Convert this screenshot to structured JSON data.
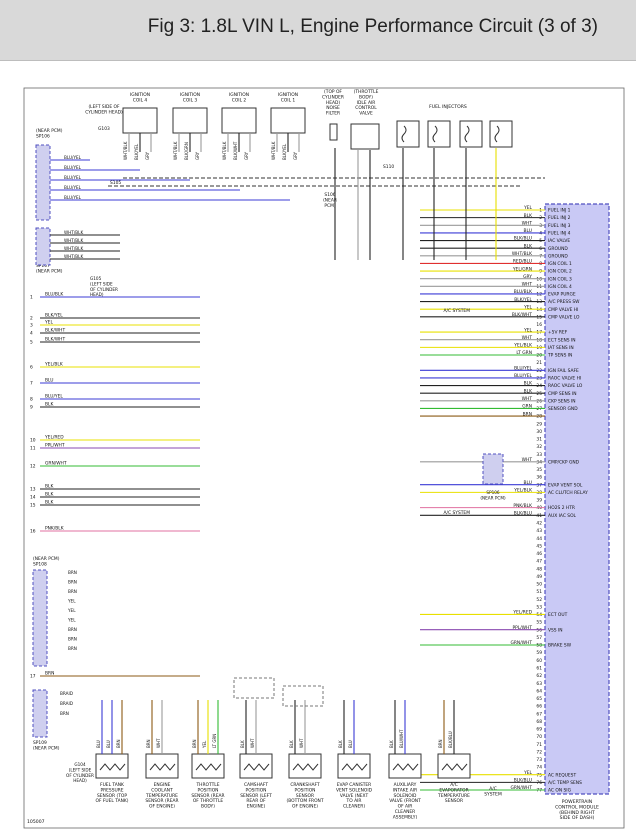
{
  "header": {
    "title": "Fig 3: 1.8L VIN L, Engine Performance Circuit (3 of 3)"
  },
  "figure_id": "105007",
  "top_components": {
    "coils": [
      {
        "label": "IGNITION COIL 4",
        "pins": [
          "WHT/BLK",
          "BLK/YEL",
          "GRY"
        ]
      },
      {
        "label": "IGNITION COIL 3",
        "pins": [
          "WHT/BLK",
          "BLK/GRN",
          "GRY"
        ]
      },
      {
        "label": "IGNITION COIL 2",
        "pins": [
          "WHT/BLK",
          "BLK/WHT",
          "GRY"
        ]
      },
      {
        "label": "IGNITION COIL 1",
        "pins": [
          "WHT/BLK",
          "BLK/YEL",
          "GRY"
        ]
      }
    ],
    "coil_location": "(LEFT SIDE OF CYLINDER HEAD)",
    "ground_g103": "G103",
    "noise_filter": "(TOP OF CYLINDER HEAD) NOISE FILTER",
    "idle_air": "(THROTTLE BODY) IDLE AIR CONTROL VALVE",
    "injectors": "FUEL INJECTORS",
    "splice_s105": "S105",
    "splice_s106": "S106 (NEAR PCM)",
    "splice_s110": "S110"
  },
  "left_connectors": {
    "sp106": "(NEAR PCM) SP106",
    "sp106_rows": [
      "BLU/YEL",
      "BLU/YEL",
      "BLU/YEL",
      "BLU/YEL",
      "BLU/YEL"
    ],
    "sp107": "SP107 (NEAR PCM)",
    "sp107_rows": [
      "WHT/BLK",
      "WHT/BLK",
      "WHT/BLK",
      "WHT/BLK"
    ],
    "g105": "G105 (LEFT SIDE OF CYLINDER HEAD)",
    "sp108": "(NEAR PCM) SP108",
    "sp108_rows": [
      "BRN",
      "BRN",
      "BRN",
      "YEL",
      "YEL",
      "YEL",
      "BRN",
      "BRN",
      "BRN"
    ],
    "sp109": "SP109 (NEAR PCM)",
    "sp109_rows": [
      "BRAID",
      "BRAID",
      "BRN"
    ],
    "g104": "G104 (LEFT SIDE OF CYLINDER HEAD)"
  },
  "left_wires": [
    {
      "n": "1",
      "label": "BLU/BLK"
    },
    {
      "n": "2",
      "label": "BLK/YEL"
    },
    {
      "n": "3",
      "label": "YEL"
    },
    {
      "n": "4",
      "label": "BLK/WHT"
    },
    {
      "n": "5",
      "label": "BLK/WHT"
    },
    {
      "n": "6",
      "label": "YEL/BLK"
    },
    {
      "n": "7",
      "label": "BLU"
    },
    {
      "n": "8",
      "label": "BLU/YEL"
    },
    {
      "n": "9",
      "label": "BLK"
    },
    {
      "n": "10",
      "label": "YEL/RED"
    },
    {
      "n": "11",
      "label": "PPL/WHT"
    },
    {
      "n": "12",
      "label": "GRN/WHT"
    },
    {
      "n": "13",
      "label": "BLK"
    },
    {
      "n": "14",
      "label": "BLK"
    },
    {
      "n": "15",
      "label": "BLK"
    },
    {
      "n": "16",
      "label": "PNK/BLK"
    },
    {
      "n": "17",
      "label": "BRN"
    }
  ],
  "pcm": {
    "title": "POWERTRAIN CONTROL MODULE (BEHIND RIGHT SIDE OF DASH)",
    "pins": [
      {
        "n": "1",
        "wire": "YEL",
        "fn": "FUEL INJ 1"
      },
      {
        "n": "2",
        "wire": "BLK",
        "fn": "FUEL INJ 2"
      },
      {
        "n": "3",
        "wire": "WHT",
        "fn": "FUEL INJ 3"
      },
      {
        "n": "4",
        "wire": "BLU",
        "fn": "FUEL INJ 4"
      },
      {
        "n": "5",
        "wire": "BLK/BLU",
        "fn": "IAC VALVE"
      },
      {
        "n": "6",
        "wire": "BLK",
        "fn": "GROUND"
      },
      {
        "n": "7",
        "wire": "WHT/BLK",
        "fn": "GROUND"
      },
      {
        "n": "8",
        "wire": "RED/BLU",
        "fn": "IGN COIL 1"
      },
      {
        "n": "9",
        "wire": "YEL/GRN",
        "fn": "IGN COIL 2"
      },
      {
        "n": "10",
        "wire": "GRY",
        "fn": "IGN COIL 3"
      },
      {
        "n": "11",
        "wire": "WHT",
        "fn": "IGN COIL 4"
      },
      {
        "n": "12",
        "wire": "BLU/BLK",
        "fn": "EVAP PURGE"
      },
      {
        "n": "13",
        "wire": "BLK/YEL",
        "fn": "A/C PRESS SW"
      },
      {
        "n": "14",
        "wire": "YEL",
        "fn": "CMP VALVE HI"
      },
      {
        "n": "15",
        "wire": "BLK/WHT",
        "fn": "CMP VALVE LO"
      },
      {
        "n": "16",
        "wire": "",
        "fn": ""
      },
      {
        "n": "17",
        "wire": "YEL",
        "fn": "+5V REF"
      },
      {
        "n": "18",
        "wire": "WHT",
        "fn": "ECT SENS IN"
      },
      {
        "n": "19",
        "wire": "YEL/BLK",
        "fn": "IAT SENS IN"
      },
      {
        "n": "20",
        "wire": "LT GRN",
        "fn": "TP SENS IN"
      },
      {
        "n": "21",
        "wire": "",
        "fn": ""
      },
      {
        "n": "22",
        "wire": "BLU/YEL",
        "fn": "IGN FAIL SAFE"
      },
      {
        "n": "23",
        "wire": "BLU/YEL",
        "fn": "RAOC VALVE HI"
      },
      {
        "n": "24",
        "wire": "BLK",
        "fn": "RAOC VALVE LO"
      },
      {
        "n": "25",
        "wire": "BLK",
        "fn": "CMP SENS IN"
      },
      {
        "n": "26",
        "wire": "WHT",
        "fn": "CKP SENS IN"
      },
      {
        "n": "27",
        "wire": "GRN",
        "fn": "SENSOR GND"
      },
      {
        "n": "28",
        "wire": "BRN",
        "fn": ""
      },
      {
        "n": "29",
        "wire": "",
        "fn": ""
      },
      {
        "n": "30",
        "wire": "",
        "fn": ""
      },
      {
        "n": "31",
        "wire": "",
        "fn": ""
      },
      {
        "n": "32",
        "wire": "",
        "fn": ""
      },
      {
        "n": "33",
        "wire": "",
        "fn": ""
      },
      {
        "n": "34",
        "wire": "WHT",
        "fn": "CMP/CKP GND"
      },
      {
        "n": "35",
        "wire": "",
        "fn": ""
      },
      {
        "n": "36",
        "wire": "",
        "fn": ""
      },
      {
        "n": "37",
        "wire": "BLU",
        "fn": "EVAP VENT SOL"
      },
      {
        "n": "38",
        "wire": "YEL/BLK",
        "fn": "AC CLUTCH RELAY"
      },
      {
        "n": "39",
        "wire": "",
        "fn": ""
      },
      {
        "n": "40",
        "wire": "PNK/BLK",
        "fn": "HO2S 2 HTR"
      },
      {
        "n": "41",
        "wire": "BLK/BLU",
        "fn": "AUX IAC SOL"
      },
      {
        "n": "42",
        "wire": "",
        "fn": ""
      },
      {
        "n": "43",
        "wire": "",
        "fn": ""
      },
      {
        "n": "44",
        "wire": "",
        "fn": ""
      },
      {
        "n": "45",
        "wire": "",
        "fn": ""
      },
      {
        "n": "46",
        "wire": "",
        "fn": ""
      },
      {
        "n": "47",
        "wire": "",
        "fn": ""
      },
      {
        "n": "48",
        "wire": "",
        "fn": ""
      },
      {
        "n": "49",
        "wire": "",
        "fn": ""
      },
      {
        "n": "50",
        "wire": "",
        "fn": ""
      },
      {
        "n": "51",
        "wire": "",
        "fn": ""
      },
      {
        "n": "52",
        "wire": "",
        "fn": ""
      },
      {
        "n": "53",
        "wire": "",
        "fn": ""
      },
      {
        "n": "54",
        "wire": "YEL/RED",
        "fn": "ECT OUT"
      },
      {
        "n": "55",
        "wire": "",
        "fn": ""
      },
      {
        "n": "56",
        "wire": "PPL/WHT",
        "fn": "VSS IN"
      },
      {
        "n": "57",
        "wire": "",
        "fn": ""
      },
      {
        "n": "58",
        "wire": "GRN/WHT",
        "fn": "BRAKE SW"
      },
      {
        "n": "59",
        "wire": "",
        "fn": ""
      },
      {
        "n": "60",
        "wire": "",
        "fn": ""
      },
      {
        "n": "61",
        "wire": "",
        "fn": ""
      },
      {
        "n": "62",
        "wire": "",
        "fn": ""
      },
      {
        "n": "63",
        "wire": "",
        "fn": ""
      },
      {
        "n": "64",
        "wire": "",
        "fn": ""
      },
      {
        "n": "65",
        "wire": "",
        "fn": ""
      },
      {
        "n": "66",
        "wire": "",
        "fn": ""
      },
      {
        "n": "67",
        "wire": "",
        "fn": ""
      },
      {
        "n": "68",
        "wire": "",
        "fn": ""
      },
      {
        "n": "69",
        "wire": "",
        "fn": ""
      },
      {
        "n": "70",
        "wire": "",
        "fn": ""
      },
      {
        "n": "71",
        "wire": "",
        "fn": ""
      },
      {
        "n": "72",
        "wire": "",
        "fn": ""
      },
      {
        "n": "73",
        "wire": "",
        "fn": ""
      },
      {
        "n": "74",
        "wire": "",
        "fn": ""
      },
      {
        "n": "75",
        "wire": "YEL",
        "fn": "AC REQUEST"
      },
      {
        "n": "76",
        "wire": "BLK/BLU",
        "fn": "A/C TEMP SENS"
      },
      {
        "n": "77",
        "wire": "GRN/WHT",
        "fn": "AC ON SIG"
      }
    ],
    "ac_system_1": "A/C SYSTEM",
    "ac_system_2": "A/C SYSTEM",
    "ac_system_3": "A/C SYSTEM",
    "sp106_near": "SP106 (NEAR PCM)"
  },
  "bottom_sensors": [
    {
      "label": "FUEL TANK PRESSURE SENSOR (TOP OF FUEL TANK)",
      "pins": [
        "BLU",
        "BLU",
        "BRN"
      ]
    },
    {
      "label": "ENGINE COOLANT TEMPERATURE SENSOR (REAR OF ENGINE)",
      "pins": [
        "BRN",
        "WHT"
      ]
    },
    {
      "label": "THROTTLE POSITION SENSOR (REAR OF THROTTLE BODY)",
      "pins": [
        "BRN",
        "YEL",
        "LT GRN"
      ]
    },
    {
      "label": "CAMSHAFT POSITION SENSOR (LEFT REAR OF ENGINE)",
      "pins": [
        "BLK",
        "WHT"
      ]
    },
    {
      "label": "CRANKSHAFT POSITION SENSOR (BOTTOM FRONT OF ENGINE)",
      "pins": [
        "BLK",
        "WHT"
      ]
    },
    {
      "label": "EVAP CANISTER VENT SOLENOID VALVE (NEXT TO AIR CLEANER)",
      "pins": [
        "BLK",
        "BLU"
      ]
    },
    {
      "label": "AUXILIARY INTAKE AIR SOLENOID VALVE (FRONT OF AIR CLEANER ASSEMBLY)",
      "pins": [
        "BLK",
        "BLU/WHT"
      ]
    },
    {
      "label": "A/C EVAPORATOR TEMPERATURE SENSOR",
      "pins": [
        "BRN",
        "BLK/BLU"
      ]
    }
  ],
  "colors": {
    "yellow": "#e8e000",
    "blue": "#3b3bd6",
    "black": "#222222",
    "brown": "#8b5a14",
    "green": "#33bb33",
    "red": "#e03030",
    "grey": "#9a9a9a",
    "pink": "#e070a0",
    "purple": "#8a4ab0",
    "pcm_fill": "#c9c9f5",
    "pcm_border": "#5050c0"
  }
}
